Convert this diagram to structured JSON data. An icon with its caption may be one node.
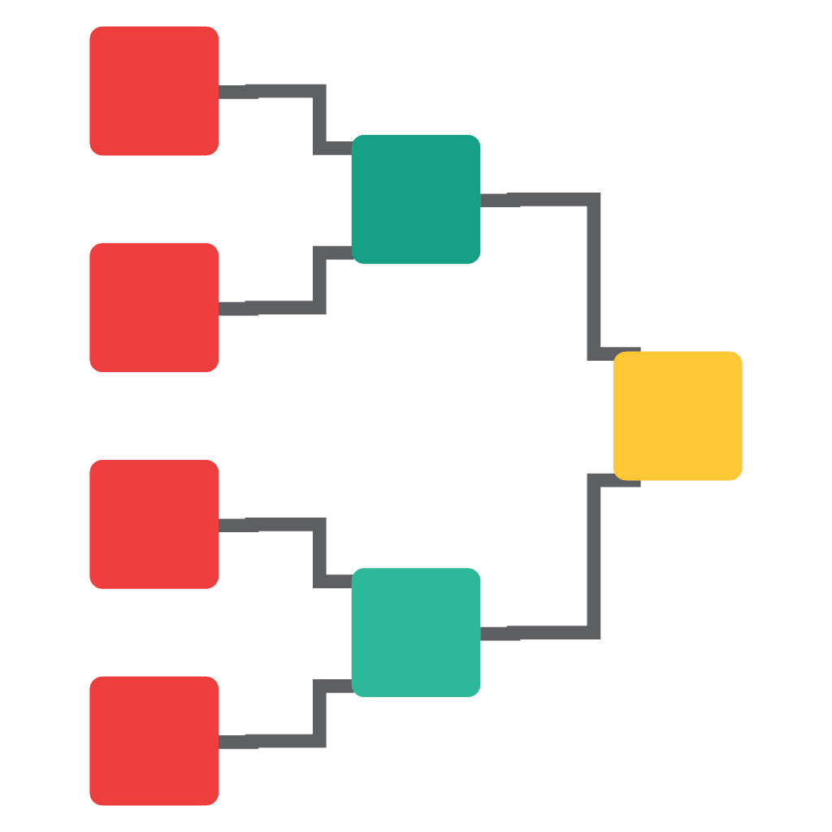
{
  "diagram": {
    "nodes": [
      {
        "text": [],
        "shape": "box"
      },
      {
        "text": [],
        "shape": "box"
      },
      {
        "text": [],
        "shape": "box"
      },
      {
        "text": [],
        "shape": "box"
      },
      {
        "text": [],
        "shape": "box"
      },
      {
        "text": [],
        "shape": "box"
      },
      {
        "text": [],
        "shape": "box"
      }
    ],
    "edges": [
      {
        "from": 0,
        "to": 4,
        "arrow": "none"
      },
      {
        "from": 1,
        "to": 4,
        "arrow": "none"
      },
      {
        "from": 2,
        "to": 5,
        "arrow": "none"
      },
      {
        "from": 3,
        "to": 5,
        "arrow": "none"
      },
      {
        "from": 4,
        "to": 6,
        "arrow": "none"
      },
      {
        "from": 5,
        "to": 6,
        "arrow": "none"
      }
    ]
  }
}
